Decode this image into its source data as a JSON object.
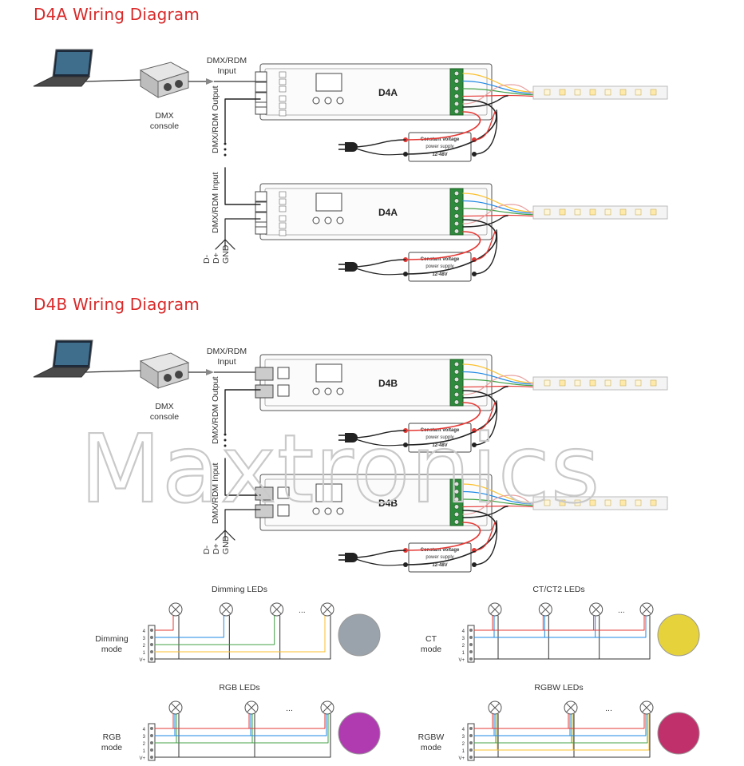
{
  "d4a_title": "D4A Wiring Diagram",
  "d4b_title": "D4B Wiring Diagram",
  "dmx_rdm_input": [
    "DMX/RDM",
    "Input"
  ],
  "dmx_rdm_output": "DMX/RDM Output",
  "dmx_rdm_input_vertical": "DMX/RDM Input",
  "dmx_console": [
    "DMX",
    "console"
  ],
  "model_a": "D4A",
  "model_b": "D4B",
  "power_supply": [
    "Constant voltage",
    "power supply",
    "12-48V"
  ],
  "bus_terminals": [
    "D-",
    "D+",
    "GND"
  ],
  "ellipsis": "...",
  "watermark": "Maxtronics",
  "modes": {
    "dimming": {
      "title": "Dimming LEDs",
      "mode": [
        "Dimming",
        "mode"
      ]
    },
    "ct": {
      "title": "CT/CT2 LEDs",
      "mode": [
        "CT",
        "mode"
      ]
    },
    "rgb": {
      "title": "RGB LEDs",
      "mode": [
        "RGB",
        "mode"
      ]
    },
    "rgbw": {
      "title": "RGBW LEDs",
      "mode": [
        "RGBW",
        "mode"
      ]
    }
  },
  "terminal_labels": [
    "4",
    "3",
    "2",
    "1",
    "V+"
  ],
  "wire_colors": {
    "red": "#e53935",
    "green": "#43a047",
    "blue": "#1e88e5",
    "yellow": "#fbc02d",
    "black": "#333333"
  }
}
